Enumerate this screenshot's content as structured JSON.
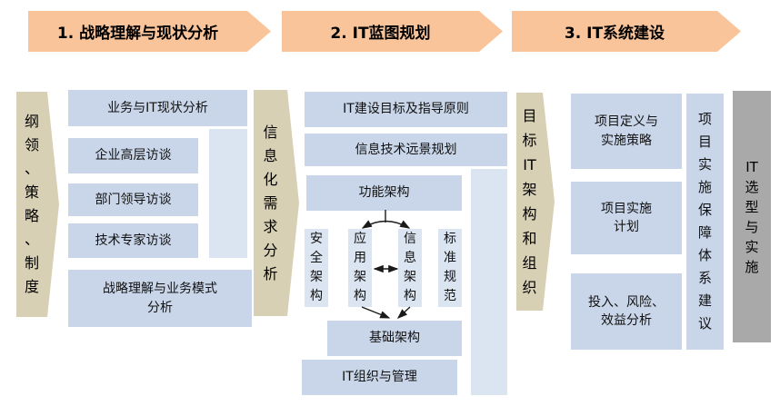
{
  "colors": {
    "stage_arrow": "#F9C499",
    "phase_bar": "#D8D0B5",
    "box": "#C9D6E9",
    "box_light": "#DBE4F1",
    "gray_bar": "#A9A9A9",
    "connector": "#1a1a1a"
  },
  "stages": [
    {
      "label": "1. 战略理解与现状分析"
    },
    {
      "label": "2. IT蓝图规划"
    },
    {
      "label": "3. IT系统建设"
    }
  ],
  "phase_bars": [
    {
      "label": "纲领、策略、制度"
    },
    {
      "label": "信息化需求分析"
    },
    {
      "label": "目标IT架构和组织"
    }
  ],
  "left": {
    "analysis": "业务与IT现状分析",
    "interview_exec": "企业高层访谈",
    "interview_dept": "部门领导访谈",
    "interview_expert": "技术专家访谈",
    "strategy_model": "战略理解与业务模式\n分析"
  },
  "middle": {
    "goal": "IT建设目标及指导原则",
    "vision": "信息技术远景规划",
    "function": "功能架构",
    "security": "安全架构",
    "application": "应用架构",
    "information": "信息架构",
    "standards": "标准规范",
    "infrastructure": "基础架构",
    "organization": "IT组织与管理"
  },
  "right": {
    "definition": "项目定义与\n实施策略",
    "plan": "项目实施\n计划",
    "analysis": "投入、风险、\n效益分析",
    "assurance": "项目实施保障体系建议",
    "selection": "IT选型与实施"
  }
}
